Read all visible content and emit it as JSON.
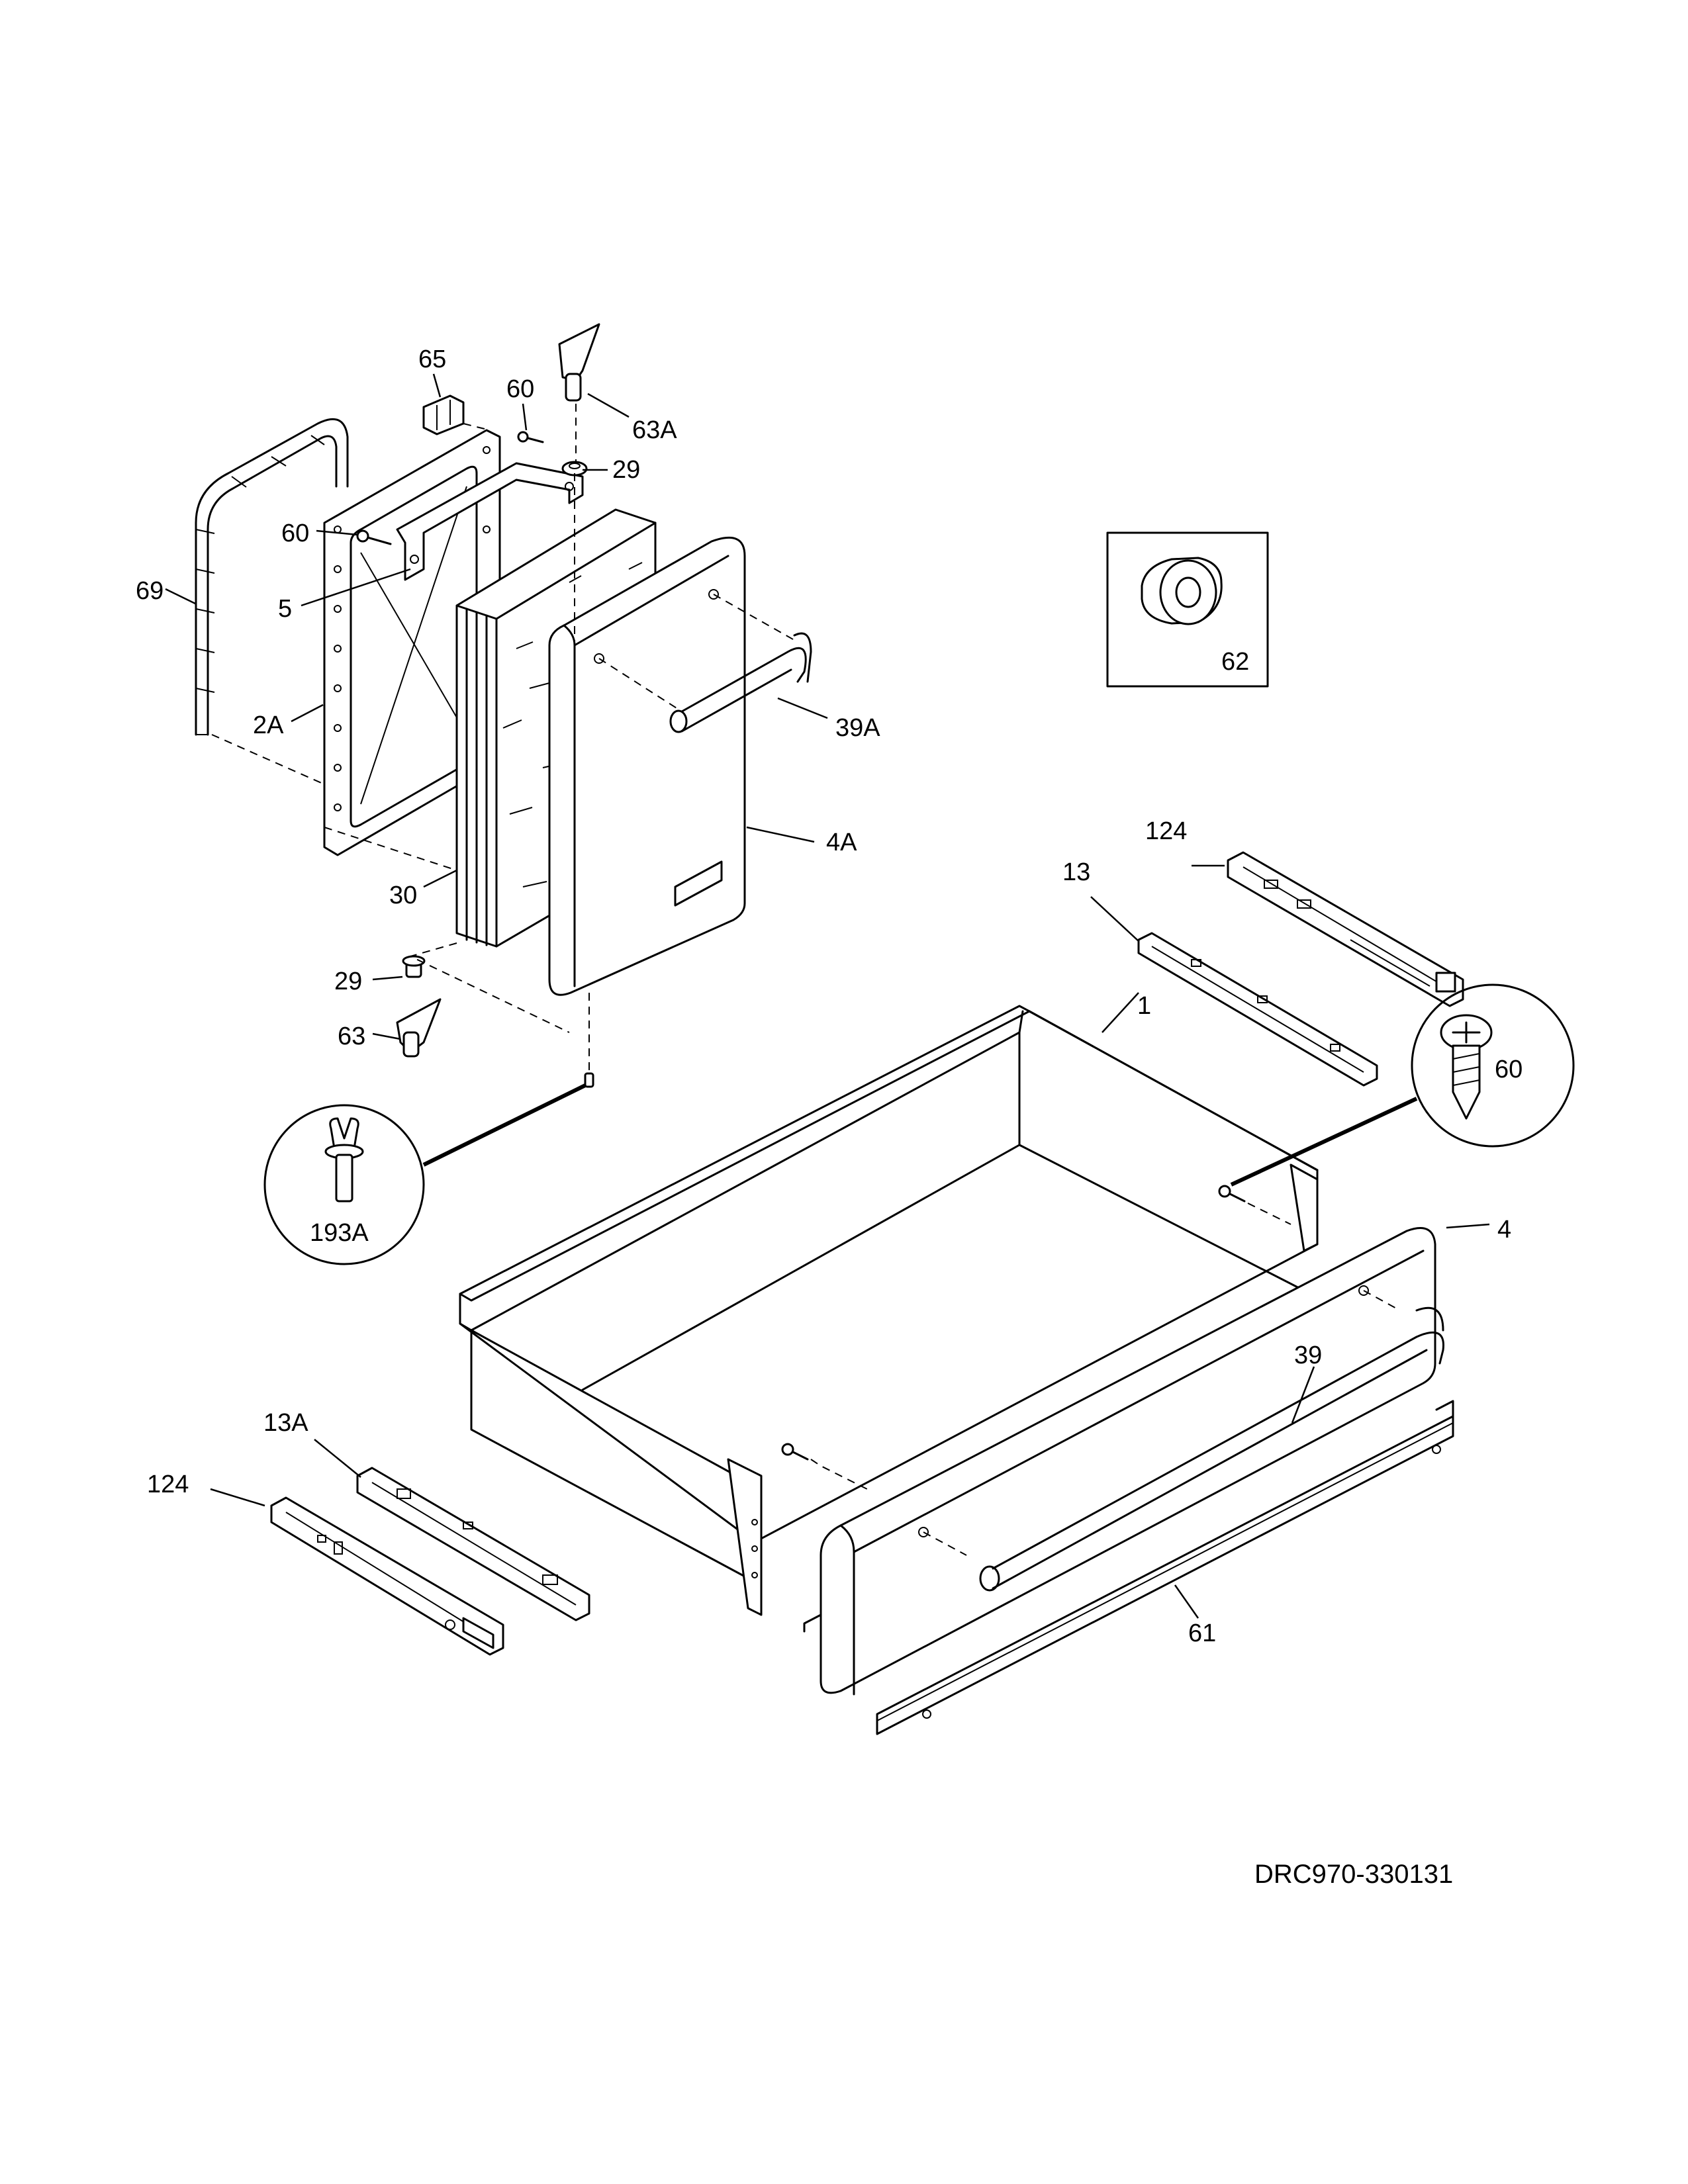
{
  "callouts": {
    "c65": "65",
    "c60a": "60",
    "c63A": "63A",
    "c29a": "29",
    "c60b": "60",
    "c69": "69",
    "c5": "5",
    "c2A": "2A",
    "c39A": "39A",
    "c4A": "4A",
    "c30": "30",
    "c29b": "29",
    "c63": "63",
    "c193A": "193A",
    "c62": "62",
    "c124a": "124",
    "c13": "13",
    "c1": "1",
    "c60c": "60",
    "c4": "4",
    "c39": "39",
    "c13A": "13A",
    "c124b": "124",
    "c61": "61"
  },
  "drawing_code": "DRC970-330131"
}
